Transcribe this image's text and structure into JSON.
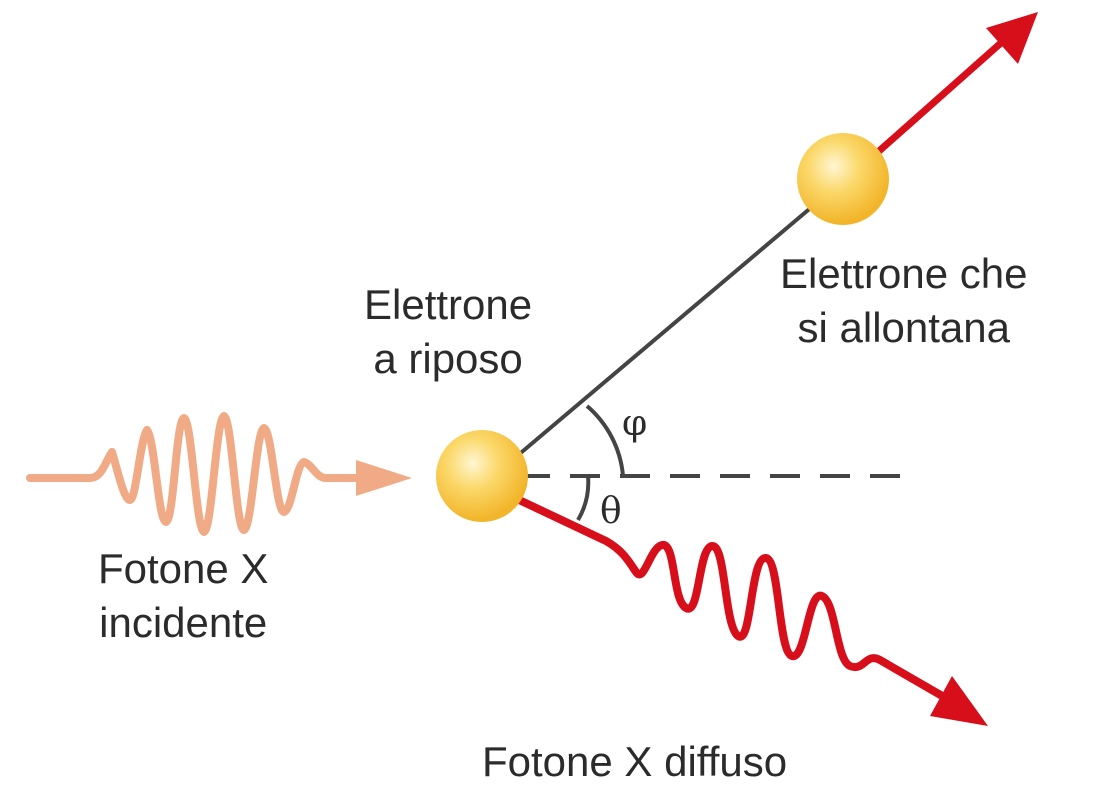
{
  "labels": {
    "electron_rest": [
      "Elettrone",
      "a riposo"
    ],
    "electron_recoil": [
      "Elettrone che",
      "si allontana"
    ],
    "photon_incident": [
      "Fotone X",
      "incidente"
    ],
    "photon_scattered": "Fotone X diffuso",
    "angle_phi": "φ",
    "angle_theta": "θ"
  },
  "colors": {
    "incident_photon": "#f0aa86",
    "scattered_photon": "#d70f1b",
    "recoil_arrow": "#d70f1b",
    "electron_fill": "#f7c23e",
    "electron_highlight": "#fff6d2",
    "trajectory_line": "#444444",
    "text": "#2b2b2b"
  }
}
